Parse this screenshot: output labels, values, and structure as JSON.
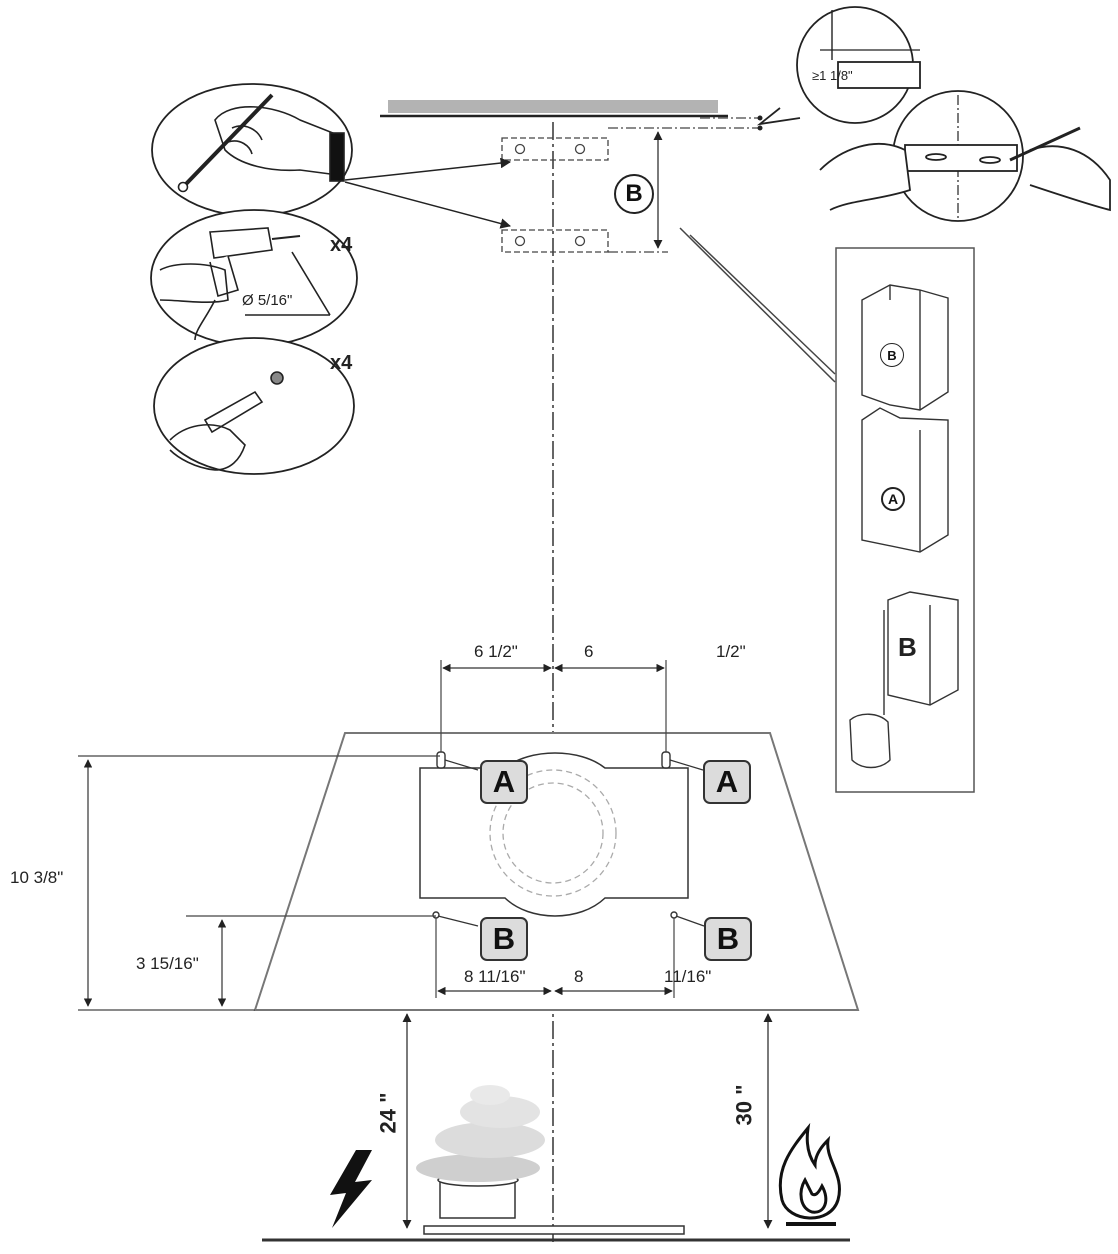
{
  "top": {
    "bracket_label": "B",
    "clearance": "≥1 1/8\"",
    "drill_count": "x4",
    "drill_diameter": "Ø 5/16\"",
    "plug_count": "x4"
  },
  "panel": {
    "upper_cover_label": "B",
    "lower_cover_label": "A",
    "cover_label": "B"
  },
  "hood": {
    "dim_left_top": "6 1/2\"",
    "dim_right_top_a": "6",
    "dim_right_top_b": "1/2\"",
    "dim_left_bottom": "8 11/16\"",
    "dim_right_bottom_a": "8",
    "dim_right_bottom_b": "11/16\"",
    "height_total": "10 3/8\"",
    "height_lower": "3 15/16\"",
    "hook_a_left": "A",
    "hook_a_right": "A",
    "hook_b_left": "B",
    "hook_b_right": "B"
  },
  "bottom": {
    "dist_electric": "24 \"",
    "dist_gas": "30 \""
  }
}
